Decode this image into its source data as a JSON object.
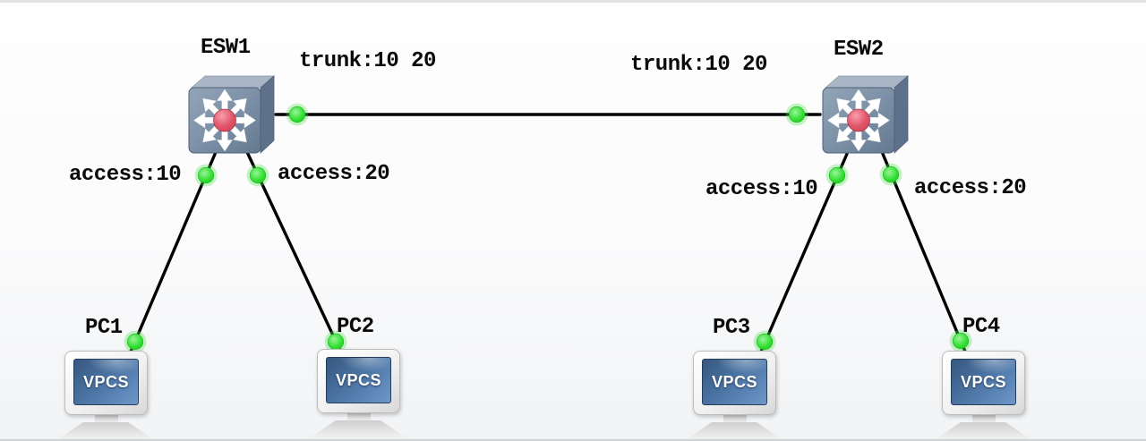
{
  "topology": {
    "switches": [
      {
        "label": "ESW1"
      },
      {
        "label": "ESW2"
      }
    ],
    "pcs": [
      {
        "label": "PC1",
        "screen_text": "VPCS"
      },
      {
        "label": "PC2",
        "screen_text": "VPCS"
      },
      {
        "label": "PC3",
        "screen_text": "VPCS"
      },
      {
        "label": "PC4",
        "screen_text": "VPCS"
      }
    ],
    "links": [
      {
        "from": "ESW1",
        "to": "ESW2",
        "labels": [
          "trunk:10 20",
          "trunk:10 20"
        ]
      },
      {
        "from": "ESW1",
        "to": "PC1",
        "labels": [
          "access:10"
        ]
      },
      {
        "from": "ESW1",
        "to": "PC2",
        "labels": [
          "access:20"
        ]
      },
      {
        "from": "ESW2",
        "to": "PC3",
        "labels": [
          "access:10"
        ]
      },
      {
        "from": "ESW2",
        "to": "PC4",
        "labels": [
          "access:20"
        ]
      }
    ],
    "colors": {
      "link_line": "#000000",
      "status_dot": "#2edd2e",
      "switch_body": "#74889f",
      "switch_hub": "#e0566b",
      "pc_screen": "#4f7aac",
      "label_text": "#0a0a0a"
    }
  }
}
